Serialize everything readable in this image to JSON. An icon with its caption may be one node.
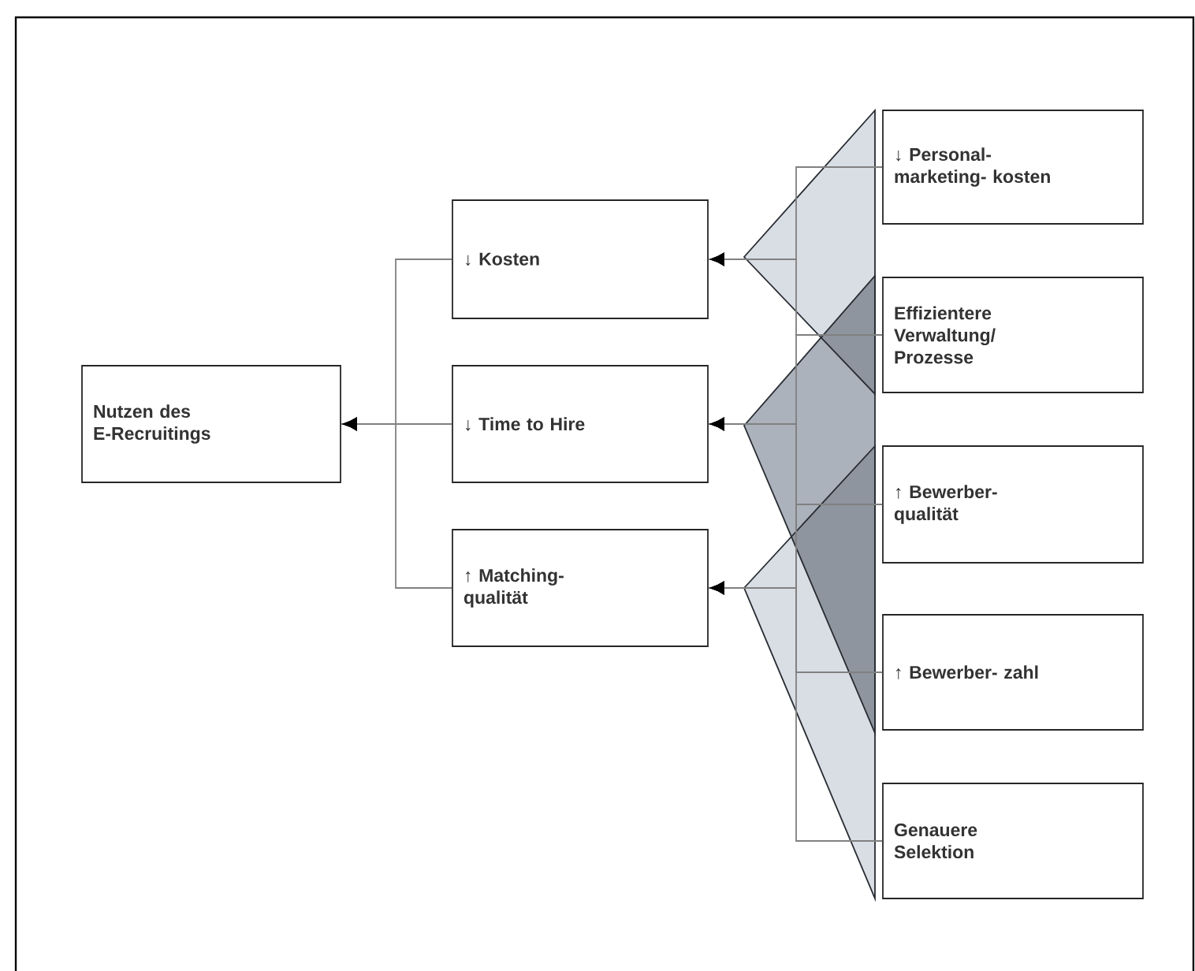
{
  "diagram": {
    "nodes": [
      {
        "text": [
          "Nutzen des E-Recruitings"
        ]
      },
      {
        "text": [
          "↓ Kosten"
        ]
      },
      {
        "text": [
          "↓ Time to Hire"
        ]
      },
      {
        "text": [
          "↑ Matching- qualität"
        ]
      },
      {
        "text": [
          "↓ Personal- marketing- kosten"
        ]
      },
      {
        "text": [
          "Effizientere Verwaltung/ Prozesse"
        ]
      },
      {
        "text": [
          "↑ Bewerber- qualität"
        ]
      },
      {
        "text": [
          "↑ Bewerber- zahl"
        ]
      },
      {
        "text": [
          "Genauere Selektion"
        ]
      }
    ],
    "edges": [
      {
        "from": 1,
        "to": 0,
        "arrow": "to"
      },
      {
        "from": 2,
        "to": 0,
        "arrow": "to"
      },
      {
        "from": 3,
        "to": 0,
        "arrow": "to"
      },
      {
        "from": 4,
        "to": 1,
        "arrow": "to"
      },
      {
        "from": 5,
        "to": 1,
        "arrow": "to"
      },
      {
        "from": 5,
        "to": 2,
        "arrow": "to"
      },
      {
        "from": 6,
        "to": 2,
        "arrow": "to"
      },
      {
        "from": 7,
        "to": 2,
        "arrow": "to"
      },
      {
        "from": 6,
        "to": 3,
        "arrow": "to"
      },
      {
        "from": 7,
        "to": 3,
        "arrow": "to"
      },
      {
        "from": 8,
        "to": 3,
        "arrow": "to"
      }
    ]
  }
}
